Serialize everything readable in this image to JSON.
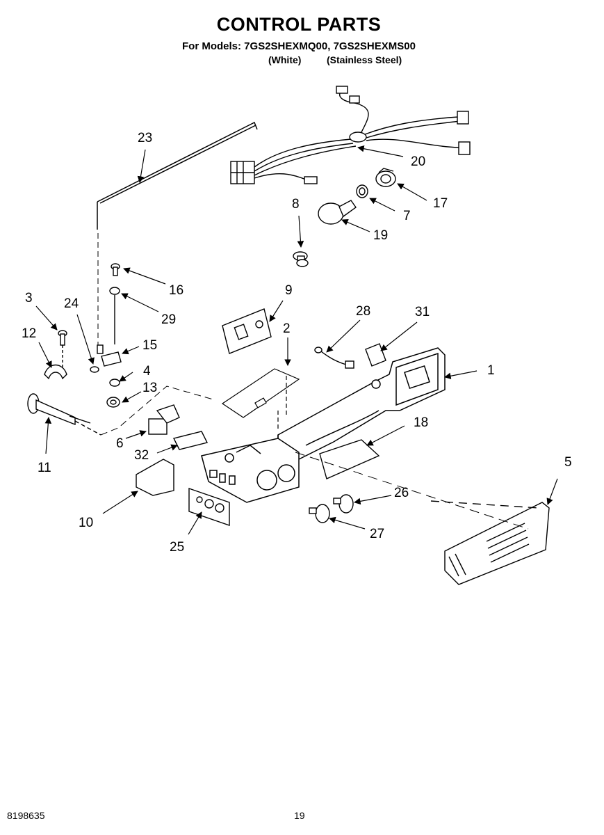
{
  "header": {
    "title": "CONTROL PARTS",
    "subtitle": "For Models: 7GS2SHEXMQ00, 7GS2SHEXMS00",
    "variant_white": "(White)",
    "variant_stainless": "(Stainless Steel)"
  },
  "footer": {
    "doc_number": "8198635",
    "page_number": "19"
  },
  "callouts": {
    "c1": "1",
    "c2": "2",
    "c3": "3",
    "c4": "4",
    "c5": "5",
    "c6": "6",
    "c7": "7",
    "c8": "8",
    "c9": "9",
    "c10": "10",
    "c11": "11",
    "c12": "12",
    "c13": "13",
    "c15": "15",
    "c16": "16",
    "c17": "17",
    "c18": "18",
    "c19": "19",
    "c20": "20",
    "c23": "23",
    "c24": "24",
    "c25": "25",
    "c26": "26",
    "c27": "27",
    "c28": "28",
    "c29": "29",
    "c31": "31",
    "c32": "32"
  }
}
